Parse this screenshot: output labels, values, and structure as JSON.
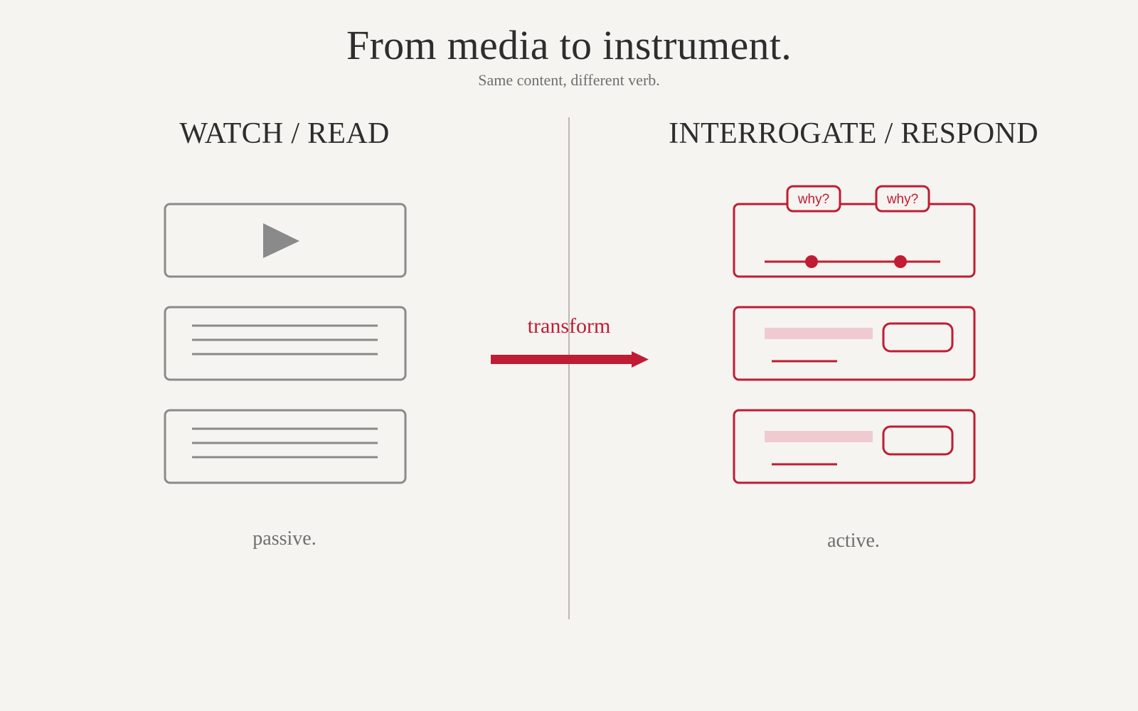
{
  "header": {
    "title": "From media to instrument.",
    "subtitle": "Same content, different verb."
  },
  "left": {
    "heading": "WATCH / READ",
    "caption": "passive."
  },
  "right": {
    "heading": "INTERROGATE / RESPOND",
    "caption": "active.",
    "prompt_tag_1": "why?",
    "prompt_tag_2": "why?"
  },
  "arrow": {
    "label": "transform"
  },
  "colors": {
    "background": "#f5f4f0",
    "passive_gray": "#8a8a8a",
    "accent_red": "#c01c33",
    "accent_pink": "#efcbd1",
    "divider": "#bdb8b1"
  },
  "icons": {
    "video_card": "play-icon",
    "text_card": "text-lines-icon",
    "interactive_video": "timeline-icon",
    "interactive_text": "answer-field-icon"
  }
}
